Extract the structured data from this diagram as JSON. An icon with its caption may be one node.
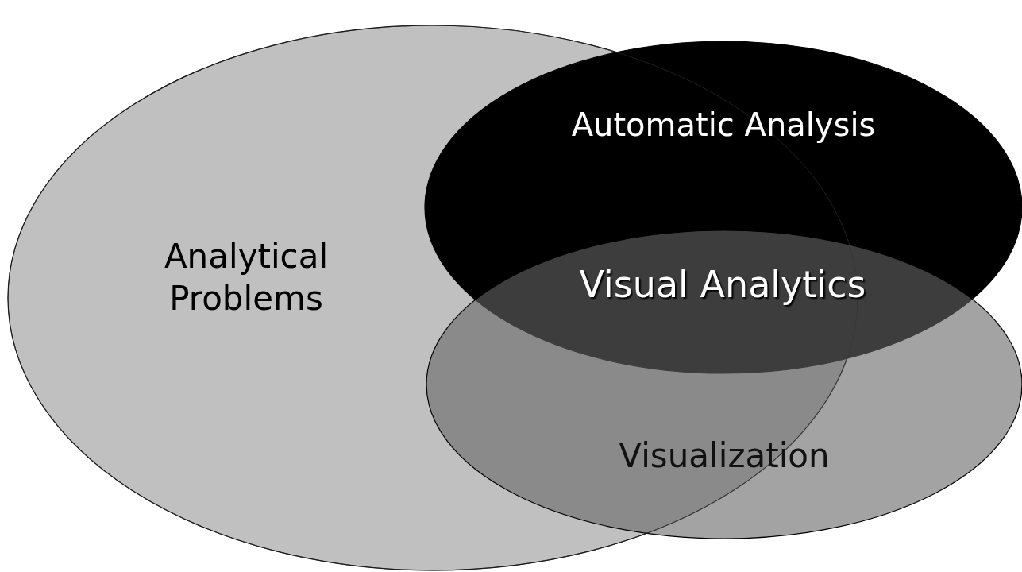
{
  "diagram": {
    "nodes": [
      {
        "text": [
          "Analytical Problems"
        ]
      },
      {
        "text": [
          "Automatic Analysis"
        ]
      },
      {
        "text": [
          "Visualization"
        ]
      }
    ],
    "labels": [
      "Visual Analytics"
    ]
  }
}
